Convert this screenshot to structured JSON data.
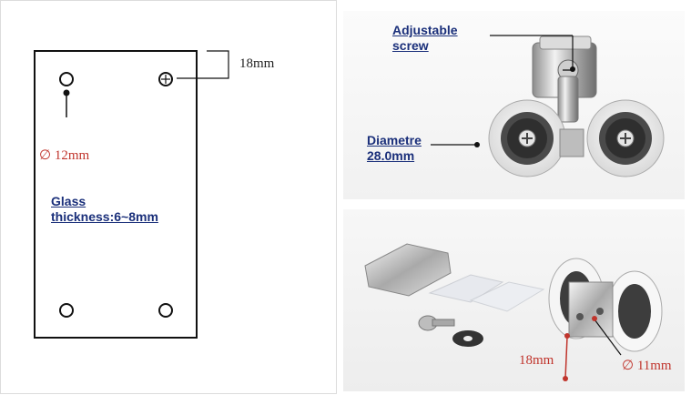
{
  "diagram": {
    "offset_label": "18mm",
    "hole_diameter_label": "∅ 12mm",
    "glass_label_line1": "Glass",
    "glass_label_line2": "thickness:6~8mm"
  },
  "top_photo": {
    "screw_label_line1": "Adjustable",
    "screw_label_line2": "screw",
    "diameter_label_line1": "Diametre",
    "diameter_label_line2": "28.0mm"
  },
  "bottom_photo": {
    "spacing_label": "18mm",
    "screw_diameter_label": "∅ 11mm"
  },
  "colors": {
    "dimension_red": "#c0342c",
    "label_blue": "#1a2f7a"
  }
}
